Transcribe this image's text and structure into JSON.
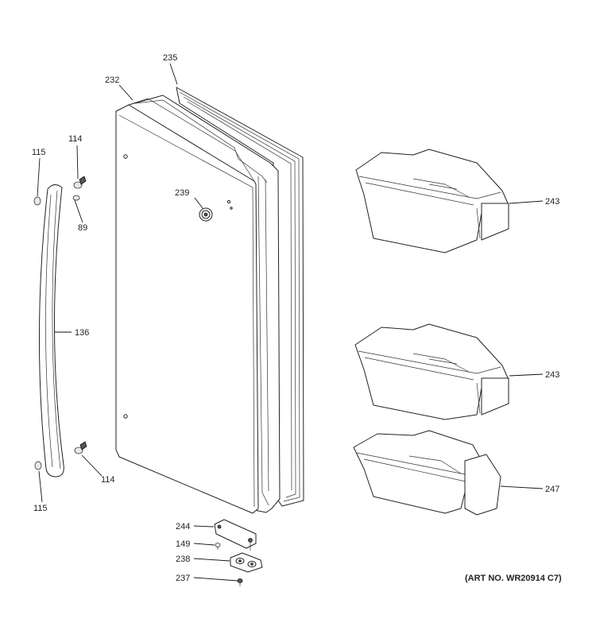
{
  "callouts": {
    "c232": "232",
    "c235": "235",
    "c239": "239",
    "c114_top": "114",
    "c115_top": "115",
    "c89": "89",
    "c136": "136",
    "c114_bottom": "114",
    "c115_bottom": "115",
    "c243_top": "243",
    "c243_mid": "243",
    "c247": "247",
    "c244": "244",
    "c149": "149",
    "c238": "238",
    "c237": "237"
  },
  "art_number": "(ART NO. WR20914 C7)"
}
